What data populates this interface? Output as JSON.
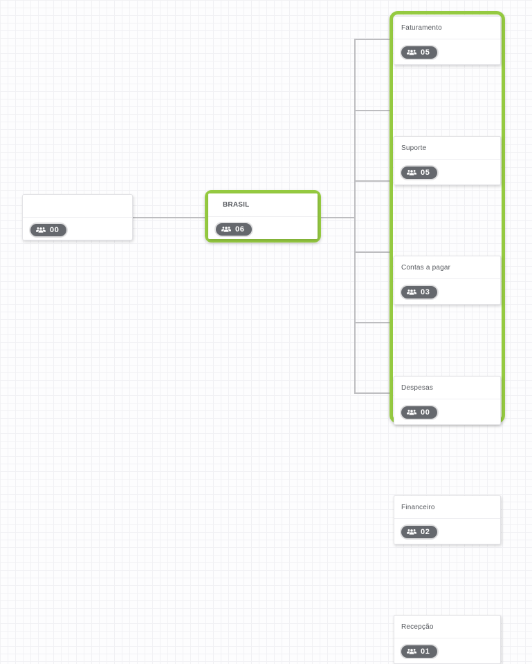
{
  "org_chart": {
    "root_node": {
      "title": "",
      "member_count": "00"
    },
    "selected_node": {
      "title": "BRASIL",
      "member_count": "06"
    },
    "departments": [
      {
        "title": "Faturamento",
        "member_count": "05"
      },
      {
        "title": "Suporte",
        "member_count": "05"
      },
      {
        "title": "Contas a pagar",
        "member_count": "03"
      },
      {
        "title": "Despesas",
        "member_count": "00"
      },
      {
        "title": "Financeiro",
        "member_count": "02"
      },
      {
        "title": "Recepção",
        "member_count": "01"
      }
    ],
    "icons": {
      "badge_icon": "users-group-icon"
    },
    "colors": {
      "selection_highlight": "#95ca41",
      "badge_background": "#65686d",
      "connector": "#bdbdc0"
    }
  }
}
